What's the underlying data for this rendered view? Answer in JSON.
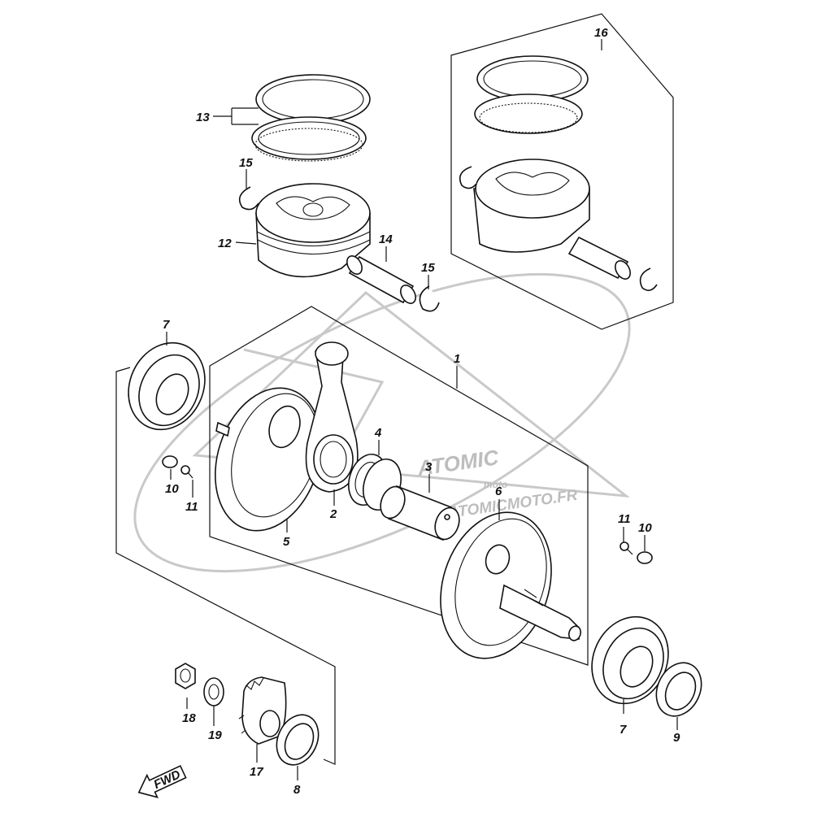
{
  "callouts": {
    "c1": "1",
    "c2": "2",
    "c3": "3",
    "c4": "4",
    "c5": "5",
    "c6": "6",
    "c7a": "7",
    "c7b": "7",
    "c8": "8",
    "c9": "9",
    "c10a": "10",
    "c10b": "10",
    "c11a": "11",
    "c11b": "11",
    "c12": "12",
    "c13": "13",
    "c14": "14",
    "c15a": "15",
    "c15b": "15",
    "c16": "16",
    "c17": "17",
    "c18": "18",
    "c19": "19"
  },
  "fwd_label": "FWD",
  "watermark": {
    "brand": "ATOMIC",
    "sub": "moto",
    "url": "WWW.ATOMICMOTO.FR"
  }
}
